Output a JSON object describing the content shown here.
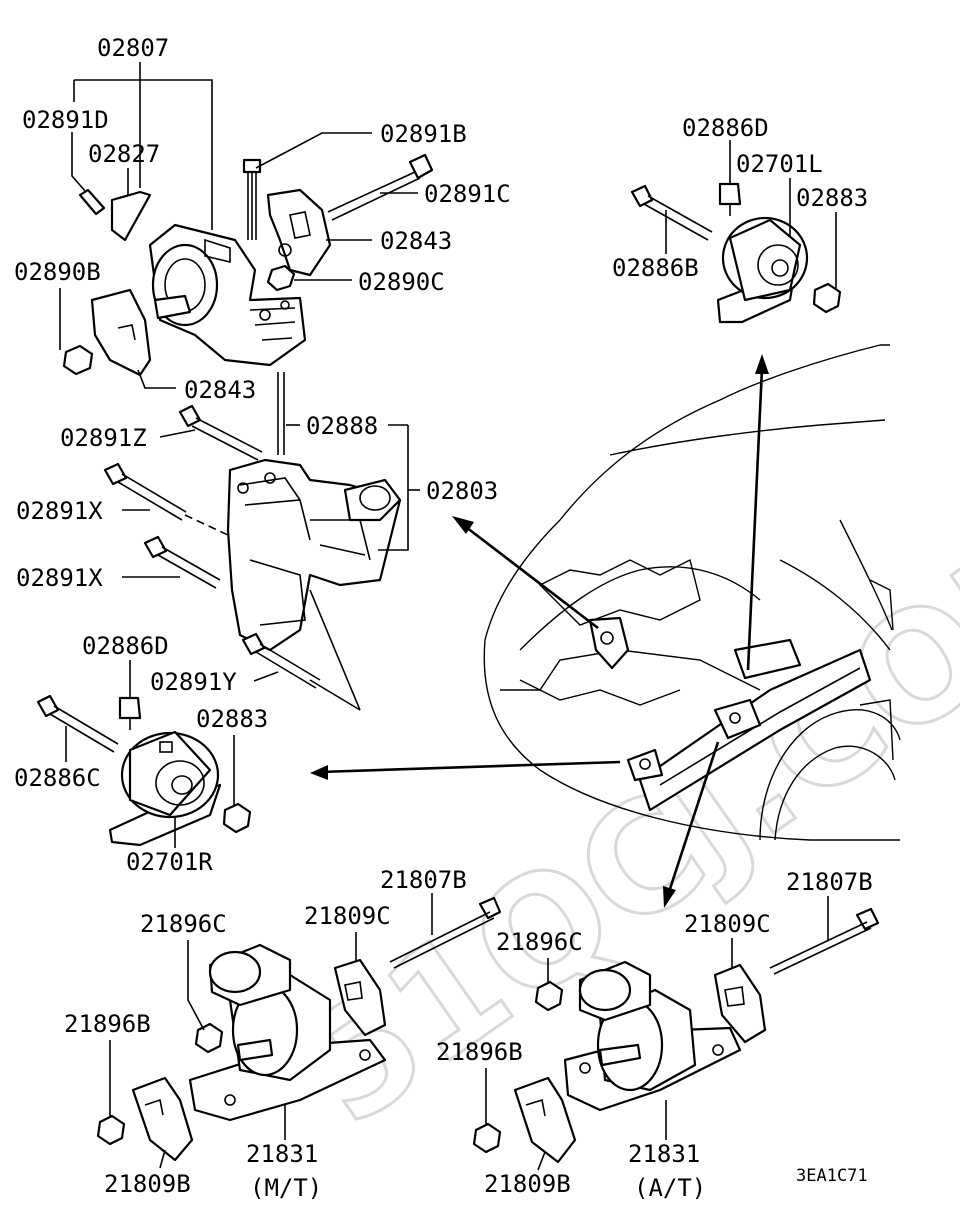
{
  "labels": {
    "p02807": "02807",
    "p02891D": "02891D",
    "p02827": "02827",
    "p02891B": "02891B",
    "p02891C": "02891C",
    "p02843a": "02843",
    "p02890C": "02890C",
    "p02890B": "02890B",
    "p02843b": "02843",
    "p02891Z": "02891Z",
    "p02888": "02888",
    "p02803": "02803",
    "p02891X1": "02891X",
    "p02891X2": "02891X",
    "p02886D_l": "02886D",
    "p02891Y": "02891Y",
    "p02883_l": "02883",
    "p02886C": "02886C",
    "p02701R": "02701R",
    "p02886D_r": "02886D",
    "p02701L": "02701L",
    "p02883_r": "02883",
    "p02886B": "02886B",
    "p21807B_l": "21807B",
    "p21896C_l": "21896C",
    "p21809C_l": "21809C",
    "p21896B_l": "21896B",
    "p21809B_l": "21809B",
    "p21831_l": "21831",
    "mt": "(M/T)",
    "p21807B_r": "21807B",
    "p21896C_r": "21896C",
    "p21809C_r": "21809C",
    "p21896B_r": "21896B",
    "p21809B_r": "21809B",
    "p21831_r": "21831",
    "at": "(A/T)",
    "code": "3EA1C71"
  },
  "watermark": "51QCJ.COM"
}
